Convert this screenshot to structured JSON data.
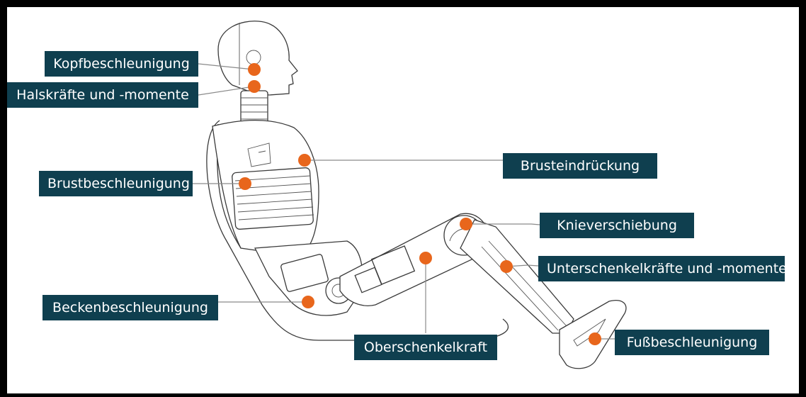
{
  "labels": {
    "kopf": "Kopfbeschleunigung",
    "hals": "Halskräfte und -momente",
    "brust": "Brustbeschleunigung",
    "brusteindrueckung": "Brusteindrückung",
    "knie": "Knieverschiebung",
    "unterschenkel": "Unterschenkelkräfte und -momente",
    "becken": "Beckenbeschleunigung",
    "oberschenkel": "Oberschenkelkraft",
    "fuss": "Fußbeschleunigung"
  },
  "colors": {
    "label_background": "#0f3f4f",
    "label_text": "#ffffff",
    "sensor_dot": "#e8661c",
    "frame": "#000000"
  }
}
